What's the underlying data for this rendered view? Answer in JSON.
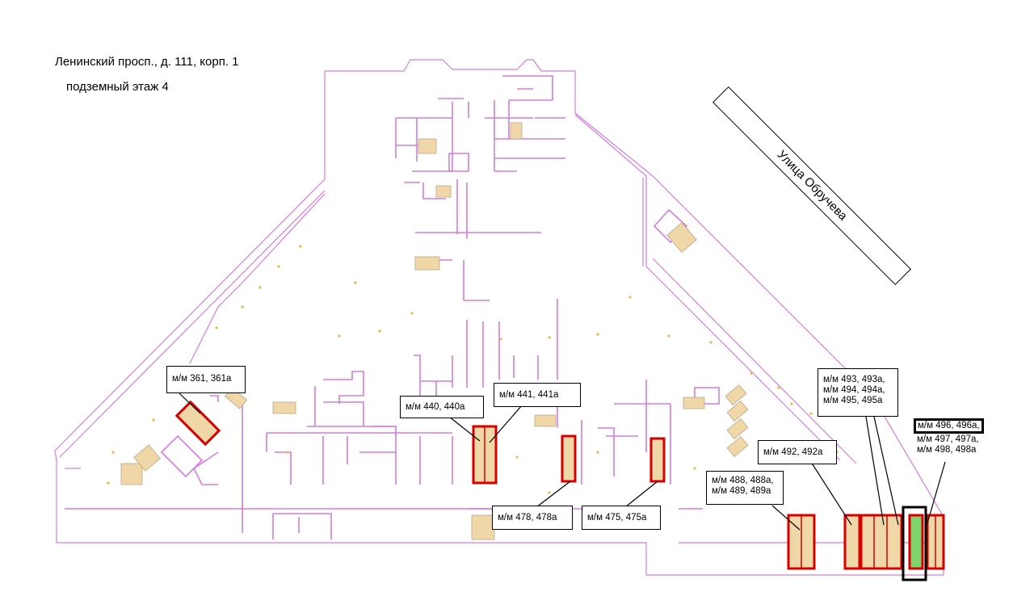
{
  "header": {
    "address": "Ленинский просп., д. 111, корп. 1",
    "floor": "подземный этаж 4"
  },
  "street": {
    "name": "Улица Обручева"
  },
  "callouts": [
    {
      "lines": [
        "м/м 361, 361а"
      ]
    },
    {
      "lines": [
        "м/м 440, 440а"
      ]
    },
    {
      "lines": [
        "м/м 441, 441а"
      ]
    },
    {
      "lines": [
        "м/м 478, 478а"
      ]
    },
    {
      "lines": [
        "м/м 475, 475а"
      ]
    },
    {
      "lines": [
        "м/м 492, 492а"
      ]
    },
    {
      "lines": [
        "м/м 488, 488а,",
        "м/м 489, 489а"
      ]
    },
    {
      "lines": [
        "м/м 493, 493а,",
        "м/м 494, 494а,",
        "м/м 495, 495а"
      ]
    },
    {
      "lines": [
        "м/м 496, 496а,",
        "м/м 497, 497а,",
        "м/м 498, 498а"
      ]
    }
  ],
  "colors": {
    "walls": "#d67be0",
    "highlight": "#d40000",
    "spot_fill": "#f0d7a8",
    "selected": "#7fd36b",
    "frame": "#000000"
  }
}
